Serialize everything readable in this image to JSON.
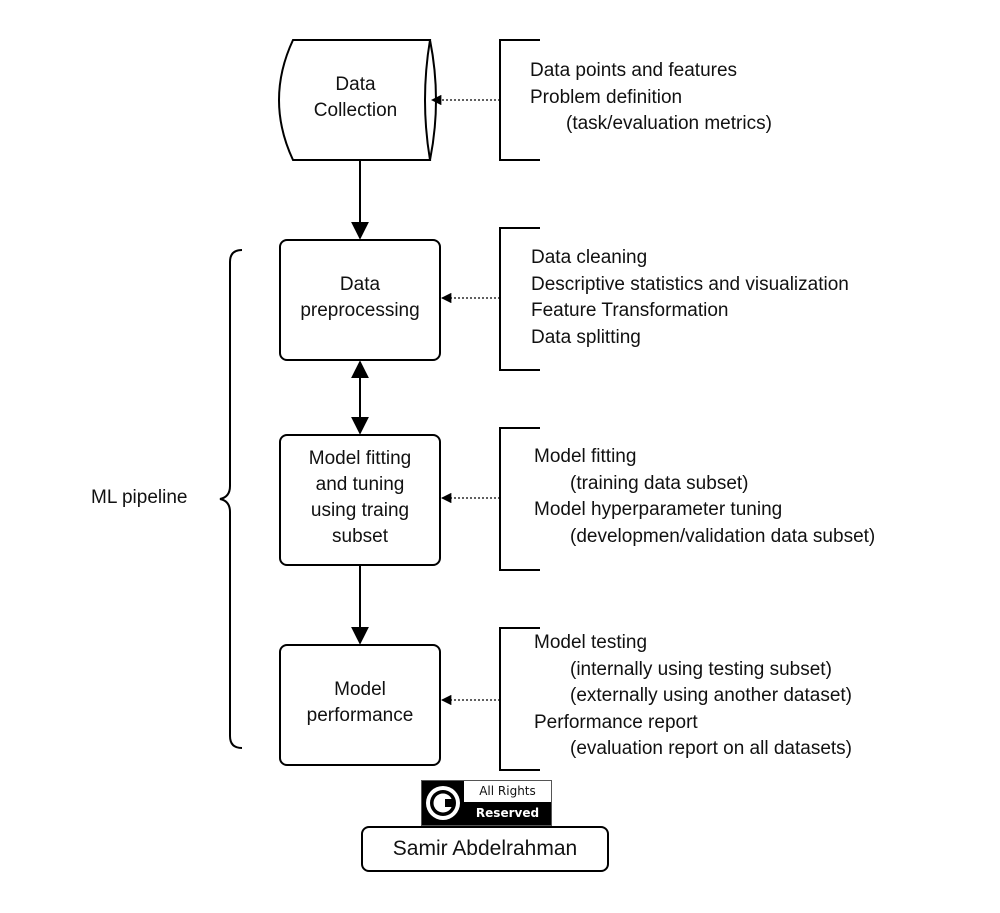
{
  "diagram": {
    "pipeline_label": "ML pipeline",
    "nodes": [
      {
        "id": "data-collection",
        "shape": "cylinder",
        "lines": [
          "Data",
          "Collection"
        ]
      },
      {
        "id": "data-preprocessing",
        "shape": "rounded-rect",
        "lines": [
          "Data",
          "preprocessing"
        ]
      },
      {
        "id": "model-fitting",
        "shape": "rounded-rect",
        "lines": [
          "Model fitting",
          "and tuning",
          "using traing",
          "subset"
        ]
      },
      {
        "id": "model-performance",
        "shape": "rounded-rect",
        "lines": [
          "Model",
          "performance"
        ]
      }
    ],
    "edges": [
      {
        "from": "data-collection",
        "to": "data-preprocessing",
        "direction": "forward"
      },
      {
        "from": "data-preprocessing",
        "to": "model-fitting",
        "direction": "both"
      },
      {
        "from": "model-fitting",
        "to": "model-performance",
        "direction": "forward"
      }
    ],
    "notes": [
      {
        "target": "data-collection",
        "lines": [
          {
            "text": "Data points and features",
            "indent": false
          },
          {
            "text": "Problem definition",
            "indent": false
          },
          {
            "text": "(task/evaluation metrics)",
            "indent": true
          }
        ]
      },
      {
        "target": "data-preprocessing",
        "lines": [
          {
            "text": "Data cleaning",
            "indent": false
          },
          {
            "text": "Descriptive statistics and visualization",
            "indent": false
          },
          {
            "text": "Feature Transformation",
            "indent": false
          },
          {
            "text": "Data splitting",
            "indent": false
          }
        ]
      },
      {
        "target": "model-fitting",
        "lines": [
          {
            "text": "Model fitting",
            "indent": false
          },
          {
            "text": "(training data subset)",
            "indent": true
          },
          {
            "text": "Model hyperparameter tuning",
            "indent": false
          },
          {
            "text": "(developmen/validation data subset)",
            "indent": true
          }
        ]
      },
      {
        "target": "model-performance",
        "lines": [
          {
            "text": "Model testing",
            "indent": false
          },
          {
            "text": "(internally using testing subset)",
            "indent": true
          },
          {
            "text": "(externally using another dataset)",
            "indent": true
          },
          {
            "text": "Performance report",
            "indent": false
          },
          {
            "text": "(evaluation report on all datasets)",
            "indent": true
          }
        ]
      }
    ]
  },
  "badge": {
    "top_text": "All Rights",
    "bottom_text": "Reserved",
    "icon": "copyright-icon"
  },
  "author": "Samir Abdelrahman"
}
